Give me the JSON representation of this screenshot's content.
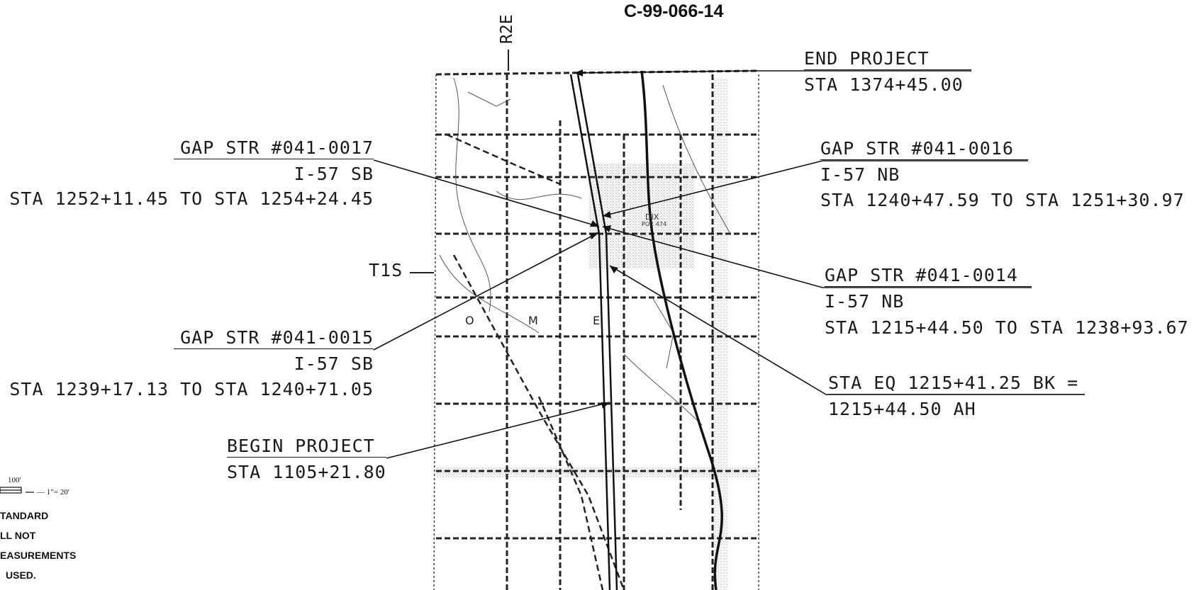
{
  "header": {
    "sheet_id": "C-99-066-14"
  },
  "grid": {
    "range_label": "R2E",
    "township_label": "T1S"
  },
  "callouts": {
    "end_project": {
      "title": "END PROJECT",
      "station": "STA 1374+45.00"
    },
    "gap_0017": {
      "title": "GAP STR #041-0017",
      "route": "I-57 SB",
      "stations": "STA 1252+11.45 TO STA 1254+24.45"
    },
    "gap_0016": {
      "title": "GAP STR #041-0016",
      "route": "I-57 NB",
      "stations": "STA 1240+47.59 TO STA 1251+30.97"
    },
    "gap_0014": {
      "title": "GAP STR #041-0014",
      "route": "I-57 NB",
      "stations": "STA 1215+44.50 TO STA 1238+93.67"
    },
    "gap_0015": {
      "title": "GAP STR #041-0015",
      "route": "I-57 SB",
      "stations": "STA 1239+17.13 TO STA 1240+71.05"
    },
    "sta_eq": {
      "line1": "STA EQ 1215+41.25 BK =",
      "line2": "1215+44.50 AH"
    },
    "begin_project": {
      "title": "BEGIN PROJECT",
      "station": "STA 1105+21.80"
    }
  },
  "scale_note": {
    "bar_label": "100'",
    "ratio": "— 1\"= 20'",
    "lines": [
      "TANDARD",
      "LL NOT",
      "EASUREMENTS",
      "USED."
    ]
  },
  "map_labels": {
    "town": "DIX",
    "town_pop": "POP. 474",
    "letter_o": "O",
    "letter_m": "M",
    "letter_e": "E"
  }
}
